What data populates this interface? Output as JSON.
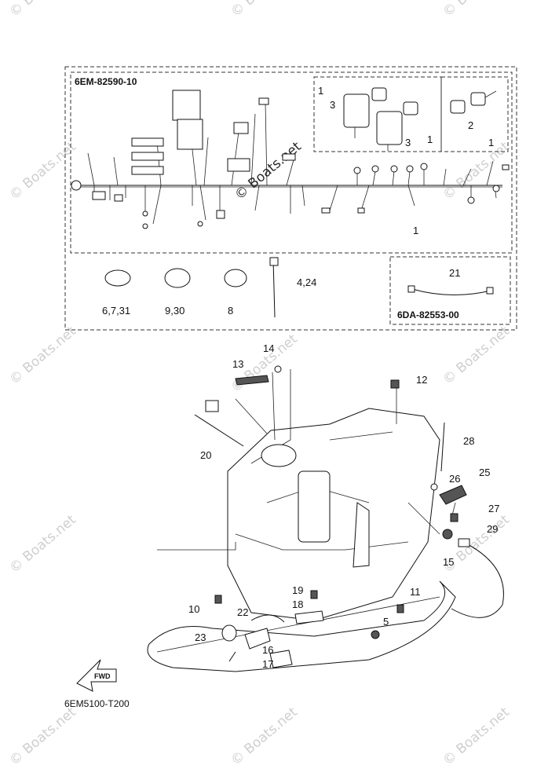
{
  "watermark": {
    "text": "© Boats.net",
    "center_text": "© Boats.net"
  },
  "harness_box": {
    "code": "6EM-82590-10"
  },
  "sub_box": {
    "code": "6DA-82553-00"
  },
  "drawing_code": "6EM5100-T200",
  "fwd_label": "FWD",
  "callouts": {
    "c1a": "1",
    "c1b": "1",
    "c1c": "1",
    "c1d": "1",
    "c2": "2",
    "c3a": "3",
    "c3b": "3",
    "c4_24": "4,24",
    "c5": "5",
    "c6_7_31": "6,7,31",
    "c8": "8",
    "c9_30": "9,30",
    "c10": "10",
    "c11": "11",
    "c12": "12",
    "c13": "13",
    "c14": "14",
    "c15": "15",
    "c16": "16",
    "c17": "17",
    "c18": "18",
    "c19": "19",
    "c20": "20",
    "c21": "21",
    "c22": "22",
    "c23": "23",
    "c25": "25",
    "c26": "26",
    "c27": "27",
    "c28": "28",
    "c29": "29"
  }
}
